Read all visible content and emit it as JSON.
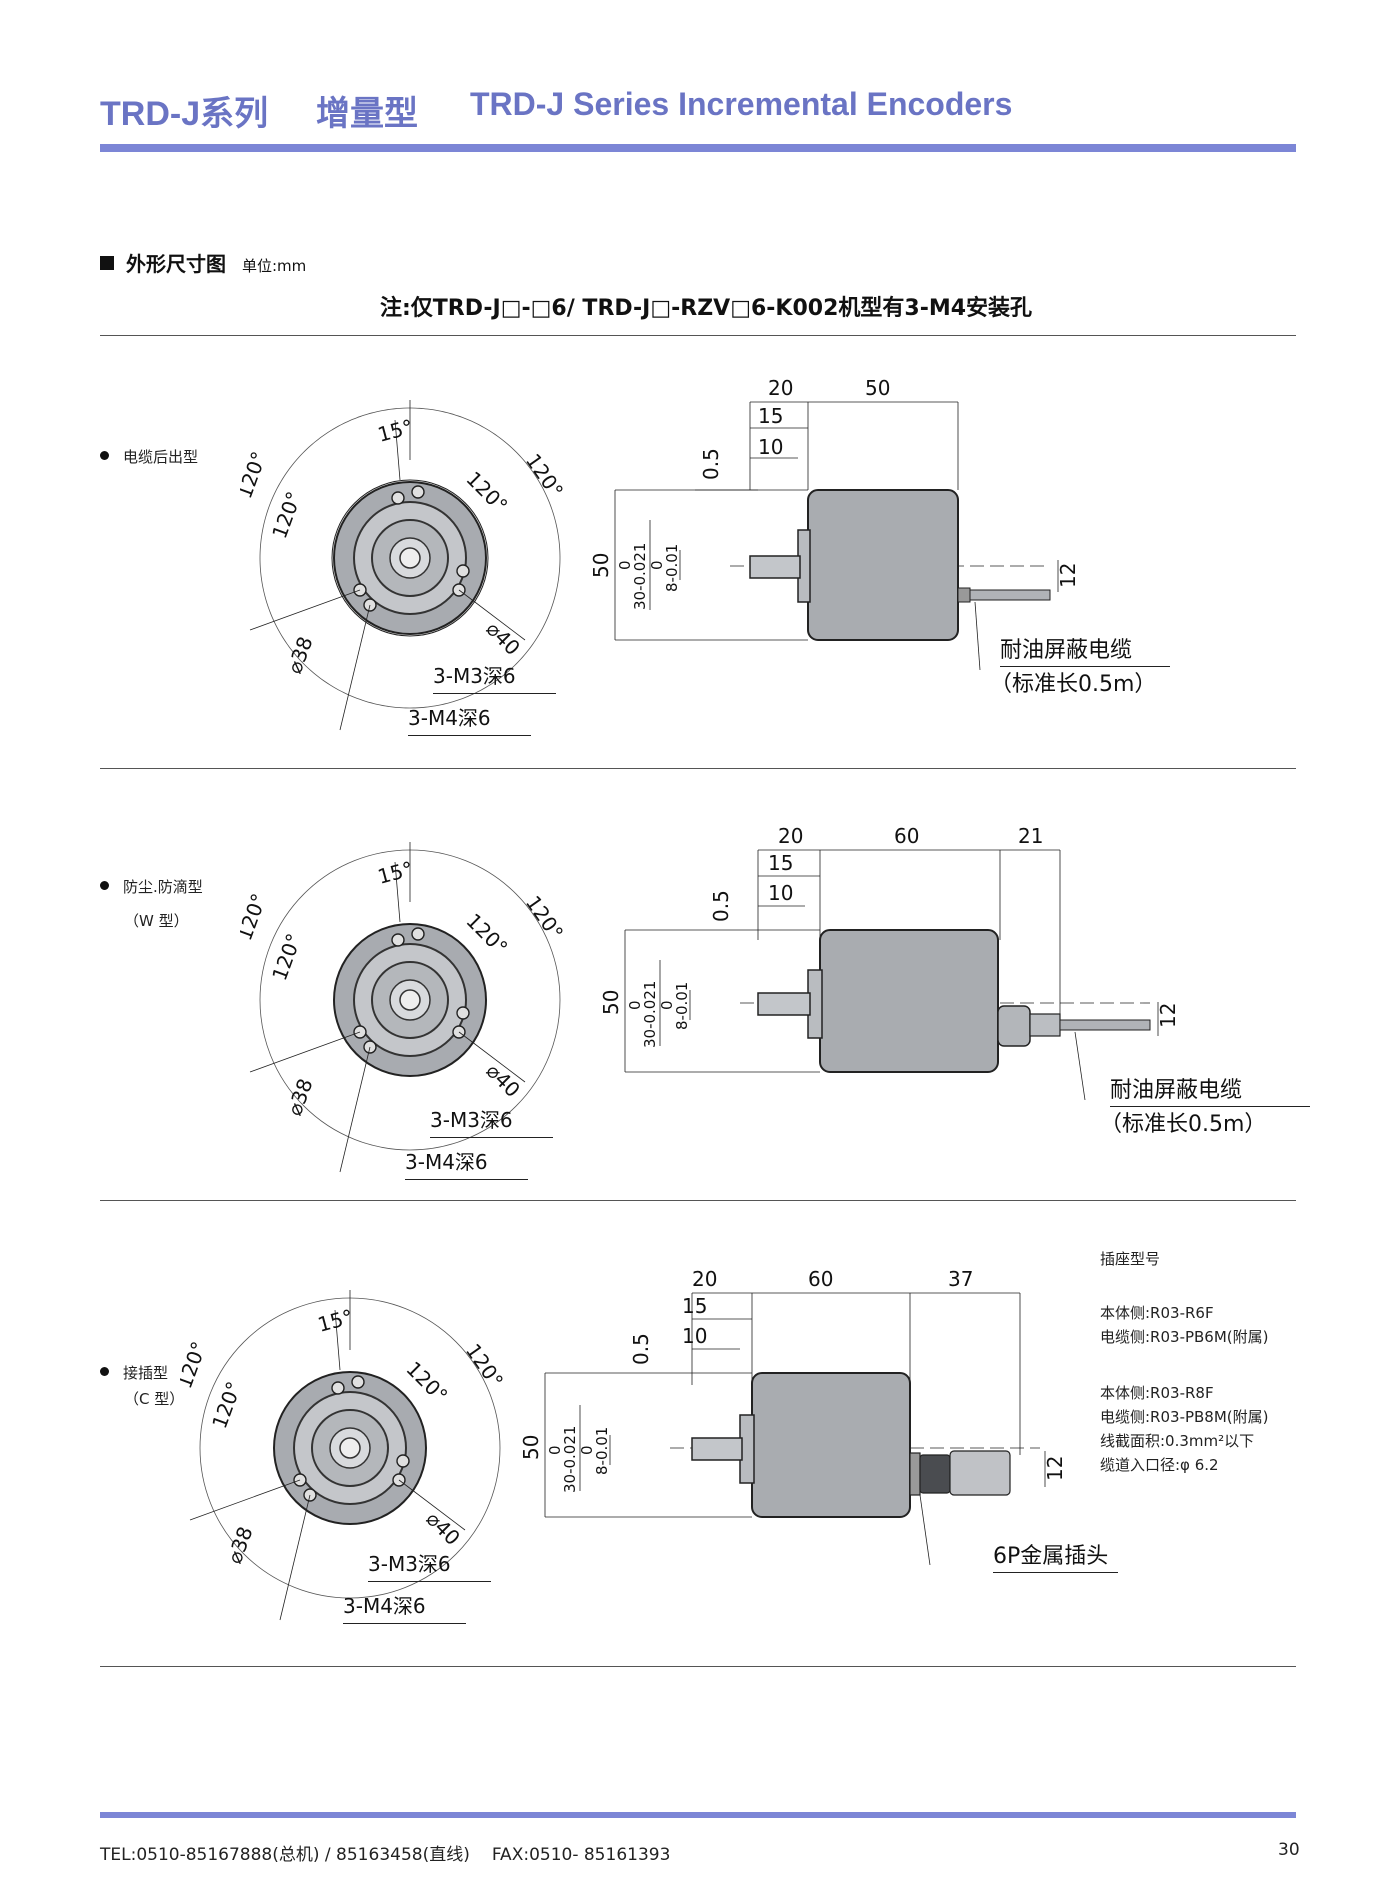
{
  "header": {
    "series_cn": "TRD-J系列",
    "type_cn": "增量型",
    "title_en": "TRD-J  Series Incremental Encoders",
    "accent_color": "#7c86d6",
    "title_color": "#6a74c4"
  },
  "section": {
    "title": "外形尺寸图",
    "unit": "单位:mm",
    "note": "注:仅TRD-J□-□6/ TRD-J□-RZV□6-K002机型有3-M4安装孔"
  },
  "drawings": [
    {
      "label": "电缆后出型",
      "sub": "",
      "front_dims": [
        "15°",
        "120°",
        "120°",
        "120°",
        "120°",
        "⌀38",
        "⌀40",
        "3-M3深6",
        "3-M4深6"
      ],
      "side_dims": [
        "20",
        "50",
        "15",
        "10",
        "0.5",
        "50",
        "0",
        "30-0.021",
        "0",
        "8-0.01",
        "12"
      ],
      "cable_label": "耐油屏蔽电缆",
      "cable_note": "（标准长0.5m）"
    },
    {
      "label": "防尘.防滴型",
      "sub": "（W 型）",
      "front_dims": [
        "15°",
        "120°",
        "120°",
        "120°",
        "120°",
        "⌀38",
        "⌀40",
        "3-M3深6",
        "3-M4深6"
      ],
      "side_dims": [
        "20",
        "60",
        "21",
        "15",
        "10",
        "0.5",
        "50",
        "0",
        "30-0.021",
        "0",
        "8-0.01",
        "12"
      ],
      "cable_label": "耐油屏蔽电缆",
      "cable_note": "（标准长0.5m）"
    },
    {
      "label": "接插型",
      "sub": "（C 型）",
      "front_dims": [
        "15°",
        "120°",
        "120°",
        "120°",
        "120°",
        "⌀38",
        "⌀40",
        "3-M3深6",
        "3-M4深6"
      ],
      "side_dims": [
        "20",
        "60",
        "37",
        "15",
        "10",
        "0.5",
        "50",
        "0",
        "30-0.021",
        "0",
        "8-0.01",
        "12"
      ],
      "connector_label": "6P金属插头"
    }
  ],
  "connector_specs": {
    "title": "插座型号",
    "lines_a": [
      "本体侧:R03-R6F",
      "电缆侧:R03-PB6M(附属)"
    ],
    "lines_b": [
      "本体侧:R03-R8F",
      "电缆侧:R03-PB8M(附属)",
      "线截面积:0.3mm²以下",
      "缆道入口径:φ 6.2"
    ]
  },
  "footer": {
    "tel": "TEL:0510-85167888(总机) / 85163458(直线)",
    "fax": "FAX:0510- 85161393",
    "page": "30"
  }
}
